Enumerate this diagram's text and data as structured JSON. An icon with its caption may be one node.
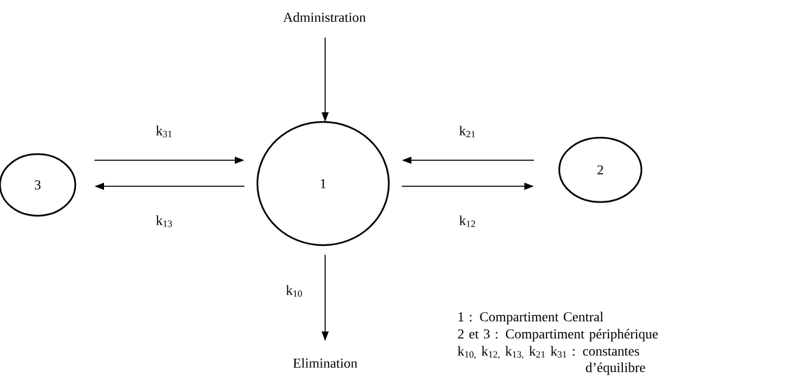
{
  "diagram": {
    "nodes": [
      {
        "text": [
          "Administration"
        ]
      },
      {
        "text": [
          "3"
        ]
      },
      {
        "text": [
          "1"
        ]
      },
      {
        "text": [
          "2"
        ]
      },
      {
        "text": [
          "Elimination"
        ]
      }
    ],
    "edges": [
      {
        "from": 0,
        "to": 2,
        "arrow": "to"
      },
      {
        "from": 1,
        "to": 2,
        "arrow": "to",
        "label": "k$_{31}$"
      },
      {
        "from": 2,
        "to": 1,
        "arrow": "to",
        "label": "k$_{13}$"
      },
      {
        "from": 3,
        "to": 2,
        "arrow": "to",
        "label": "k$_{21}$"
      },
      {
        "from": 2,
        "to": 3,
        "arrow": "to",
        "label": "k$_{12}$"
      },
      {
        "from": 2,
        "to": 4,
        "arrow": "to",
        "label": "k$_{10}$"
      }
    ],
    "labels": [
      "1 : Compartiment Central",
      "2 et 3 : Compartiment périphérique",
      "k$_{10,}$ k$_{12,}$ k$_{13,}$ k$_{21}$ k$_{31}$ : constantes d’équilibre"
    ]
  }
}
